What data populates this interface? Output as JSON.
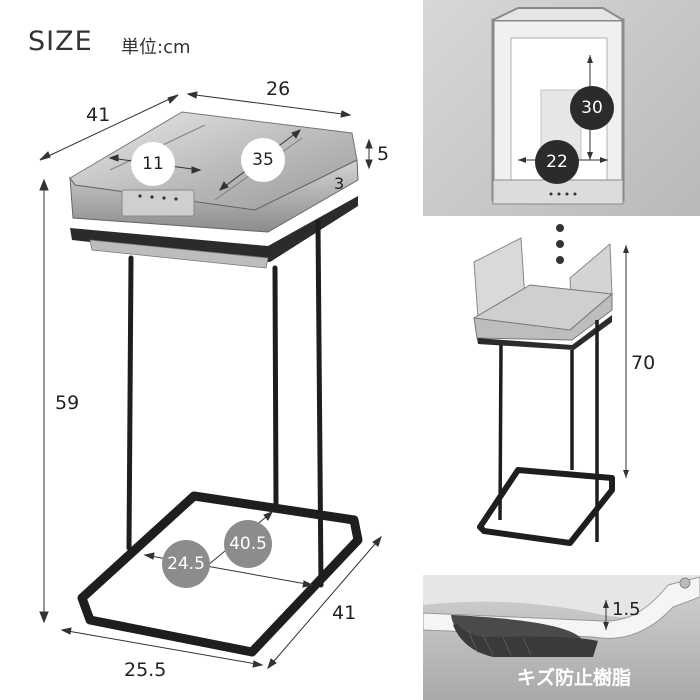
{
  "heading": {
    "size_label": "SIZE",
    "unit_label": "単位:cm"
  },
  "main_dims": {
    "depth_top": "41",
    "width_top": "26",
    "lid_opening_small": "11",
    "lid_opening_large": "35",
    "lid_height": "5",
    "lid_edge": "3",
    "total_height": "59",
    "base_depth_inner": "40.5",
    "base_width_inner": "24.5",
    "base_depth": "41",
    "base_width": "25.5"
  },
  "interior_photo": {
    "height": "30",
    "width": "22"
  },
  "open_photo": {
    "open_height": "70"
  },
  "detail_photo": {
    "pad_thickness": "1.5",
    "caption": "キズ防止樹脂"
  }
}
